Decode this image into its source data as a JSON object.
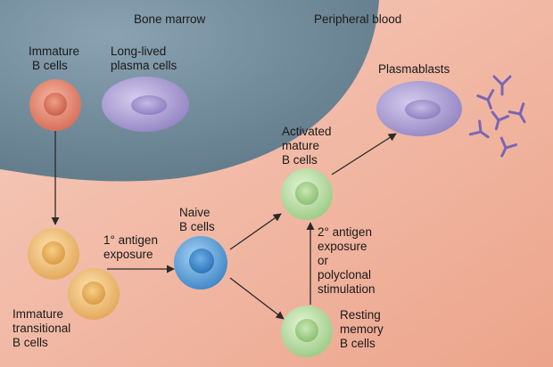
{
  "regions": {
    "bone_marrow": "Bone marrow",
    "peripheral_blood": "Peripheral blood"
  },
  "labels": {
    "immature_b_cells": [
      "Immature",
      "B cells"
    ],
    "long_lived_plasma_cells": [
      "Long-lived",
      "plasma cells"
    ],
    "plasmablasts": [
      "Plasmablasts"
    ],
    "activated_mature_b_cells": [
      "Activated",
      "mature",
      "B cells"
    ],
    "naive_b_cells": [
      "Naive",
      "B cells"
    ],
    "primary_antigen_exposure": [
      "1° antigen",
      "exposure"
    ],
    "immature_transitional_b_cells": [
      "Immature",
      "transitional",
      "B cells"
    ],
    "secondary_antigen_exposure": [
      "2° antigen",
      "exposure",
      "or",
      "polyclonal",
      "stimulation"
    ],
    "resting_memory_b_cells": [
      "Resting",
      "memory",
      "B cells"
    ]
  },
  "colors": {
    "background": "#f0b39f",
    "bone_marrow": "#6f8a9b",
    "immature_cell": "#e58a74",
    "transitional_cell": "#f0c07c",
    "plasma_cell": "#a89bd0",
    "naive_cell": "#5b9fd6",
    "mature_cell": "#b6dca0",
    "antibody": "#7a66b4",
    "arrow": "#2a2a2a"
  }
}
